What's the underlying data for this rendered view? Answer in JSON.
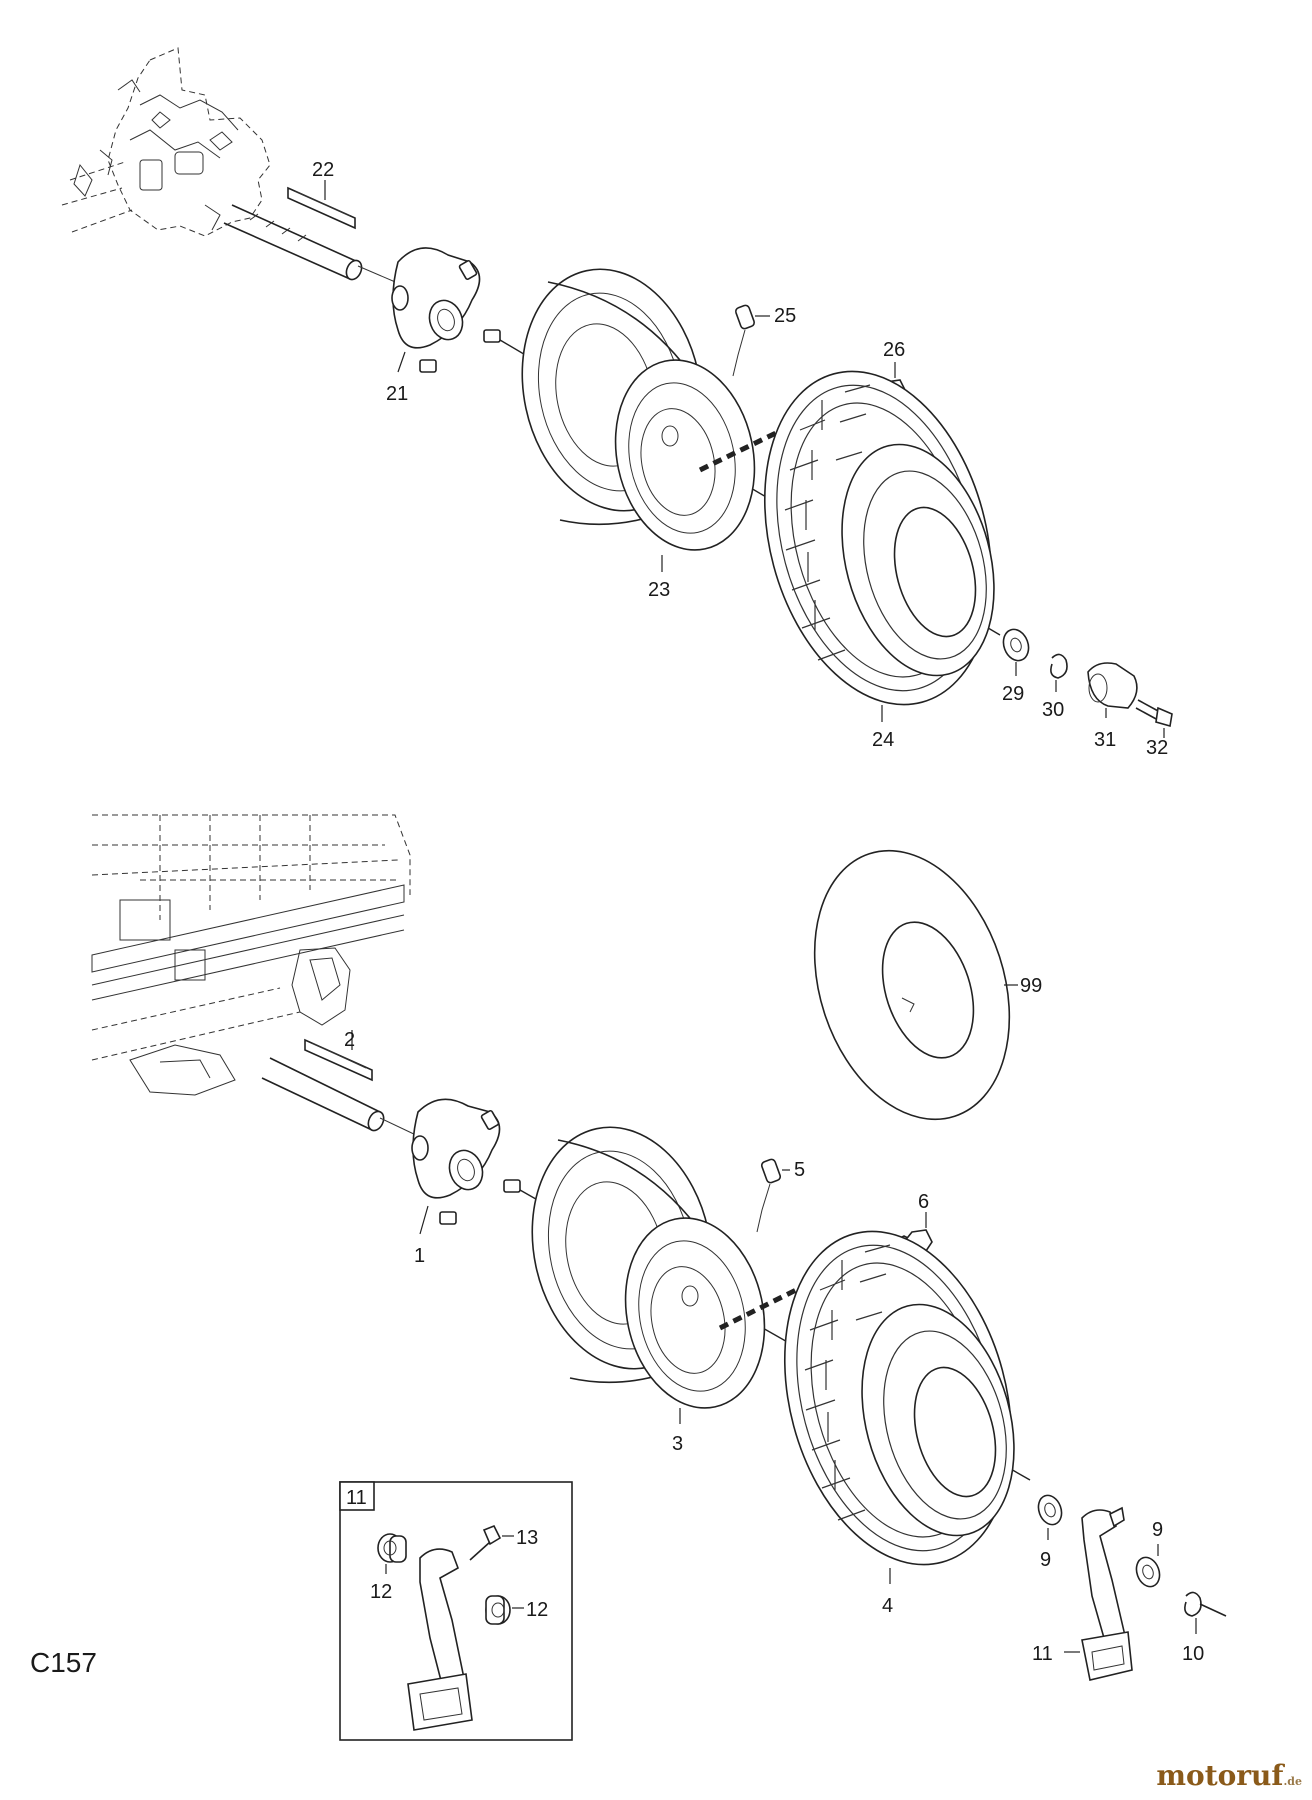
{
  "diagram": {
    "code": "C157",
    "inset_number": "11"
  },
  "upper_assembly": {
    "labels": {
      "hub": "21",
      "key": "22",
      "rim": "23",
      "tire": "24",
      "valve": "25",
      "nut": "26",
      "washer": "29",
      "clip": "30",
      "cap": "31",
      "screw": "32"
    }
  },
  "lower_assembly": {
    "labels": {
      "hub": "1",
      "key": "2",
      "rim": "3",
      "tire": "4",
      "valve": "5",
      "nut": "6",
      "tube": "99",
      "washer_left": "9",
      "washer_right": "9",
      "clip": "10",
      "bracket": "11"
    }
  },
  "inset": {
    "labels": {
      "bushing_left": "12",
      "bushing_right": "12",
      "grease_fitting": "13"
    }
  },
  "watermark": {
    "main": "motoruf",
    "tld": ".de"
  }
}
